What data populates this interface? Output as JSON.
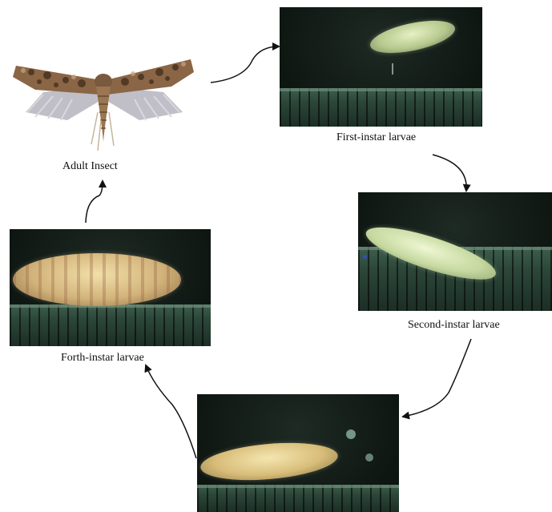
{
  "stages": {
    "adult": {
      "label": "Adult Insect"
    },
    "first": {
      "label": "First-instar larvae"
    },
    "second": {
      "label": "Second-instar larvae"
    },
    "third": {
      "label": ""
    },
    "fourth": {
      "label": "Forth-instar larvae"
    }
  },
  "colors": {
    "panel_bg": "#0f1713",
    "ruler": "#2c4739",
    "larva_pale": "#d9e7b8",
    "larva_gold": "#c9a45a",
    "moth_brown": "#7a5a3e",
    "arrow": "#111111"
  }
}
